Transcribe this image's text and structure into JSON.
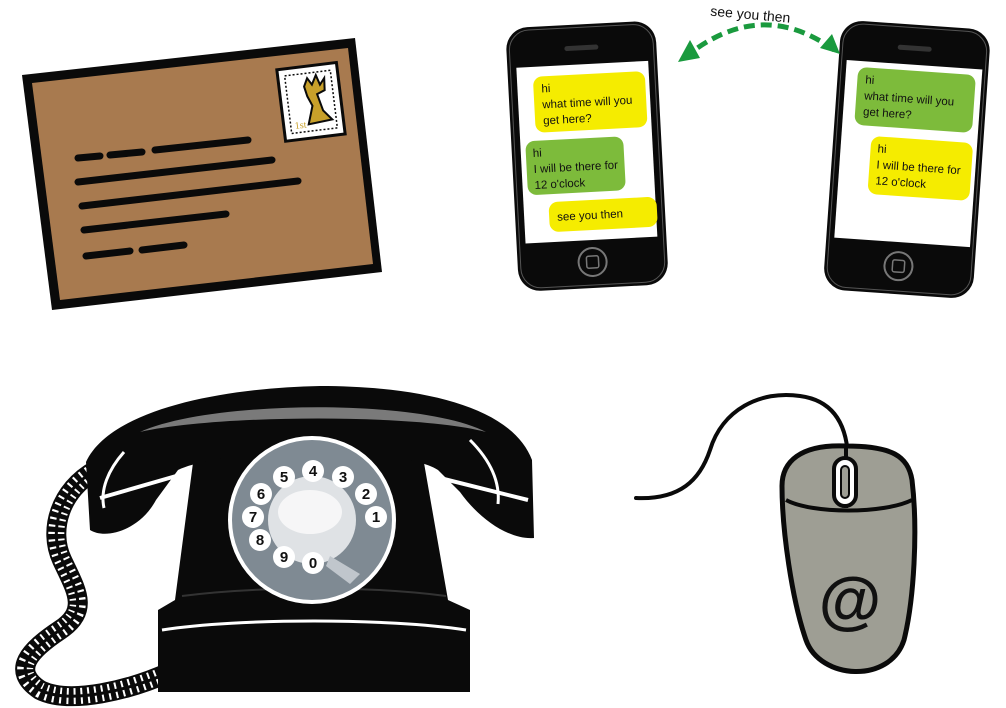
{
  "colors": {
    "envelope": "#a87a4f",
    "stamp_gold": "#c8a02a",
    "bubble_yellow": "#f5ec00",
    "bubble_green": "#7dbb3b",
    "arrow_green": "#1a9a3e",
    "phone_black": "#0a0a0a",
    "dial_grey": "#7f8a93",
    "mouse_grey": "#9e9e94"
  },
  "envelope": {
    "stamp_text": "1st",
    "icon": "crown-stamp-icon"
  },
  "texting": {
    "arrow_label": "see you then",
    "phone_left": {
      "messages": [
        {
          "color": "yellow",
          "lines": [
            "hi",
            "what time will you",
            "get here?"
          ]
        },
        {
          "color": "green",
          "lines": [
            "hi",
            "I will be there for",
            "12 o'clock"
          ]
        },
        {
          "color": "yellow",
          "lines": [
            "see you then"
          ]
        }
      ]
    },
    "phone_right": {
      "messages": [
        {
          "color": "green",
          "lines": [
            "hi",
            "what time will you",
            "get here?"
          ]
        },
        {
          "color": "yellow",
          "lines": [
            "hi",
            "I will be there for",
            "12 o'clock"
          ]
        }
      ]
    }
  },
  "telephone": {
    "dial_numbers": [
      "1",
      "2",
      "3",
      "4",
      "5",
      "6",
      "7",
      "8",
      "9",
      "0"
    ]
  },
  "mouse": {
    "symbol": "@"
  }
}
